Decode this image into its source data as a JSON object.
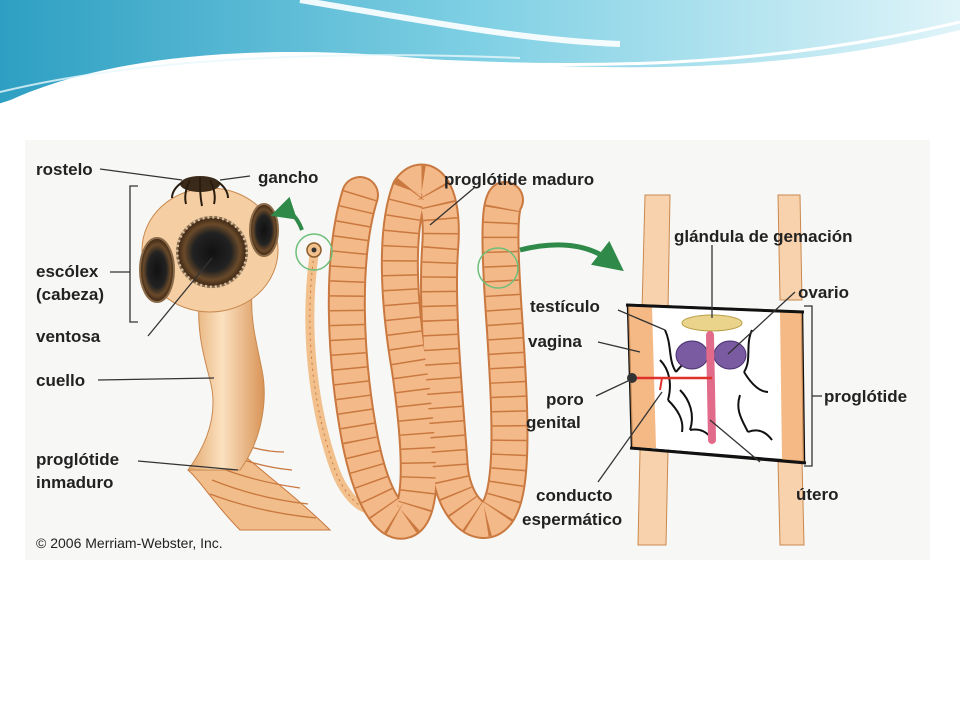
{
  "labels": {
    "rostelo": "rostelo",
    "gancho": "gancho",
    "escolex_1": "escólex",
    "escolex_2": "(cabeza)",
    "ventosa": "ventosa",
    "cuello": "cuello",
    "proglotide_inmaduro_1": "proglótide",
    "proglotide_inmaduro_2": "inmaduro",
    "proglotide_maduro": "proglótide maduro",
    "glandula": "glándula de gemación",
    "testiculo": "testículo",
    "ovario": "ovario",
    "vagina": "vagina",
    "poro_genital_1": "poro",
    "poro_genital_2": "genital",
    "proglotide": "proglótide",
    "conducto_1": "conducto",
    "conducto_2": "espermático",
    "utero": "útero"
  },
  "copyright": "© 2006 Merriam-Webster, Inc.",
  "colors": {
    "banner_dark": "#3aa8c8",
    "banner_light": "#bfe8f2",
    "body_tan": "#f2c79a",
    "segment_fill": "#f4b989",
    "segment_stroke": "#c9783f",
    "arrow_green": "#2f8a4a",
    "ovary_purple": "#7a5aa0",
    "red_duct": "#e0302a"
  }
}
